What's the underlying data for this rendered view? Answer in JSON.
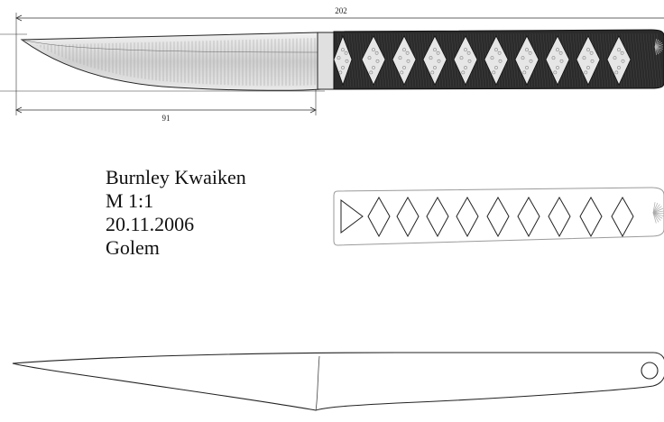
{
  "dimensions": {
    "overall_length": "202",
    "blade_length": "91"
  },
  "title_block": {
    "name": "Burnley Kwaiken",
    "scale": "M 1:1",
    "date": "20.11.2006",
    "author": "Golem"
  },
  "colors": {
    "line": "#222222",
    "handle_fill": "#2b2b2b",
    "diamond_fill": "#e6e6e6",
    "blade_fill": "#d9d9d9",
    "outline_light": "#9a9a9a"
  }
}
